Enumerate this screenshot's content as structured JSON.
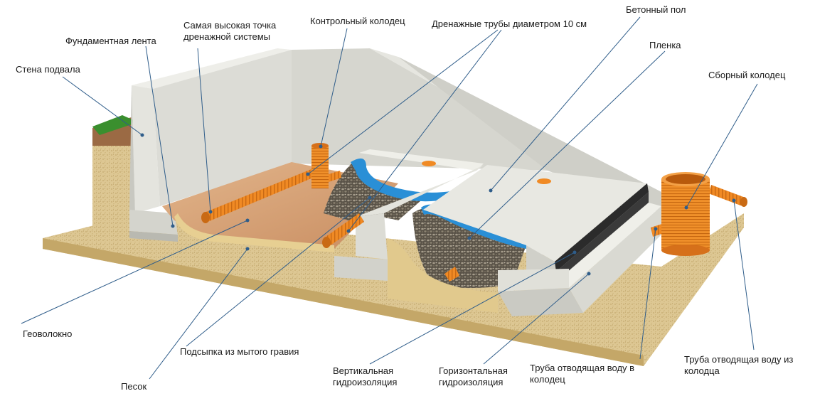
{
  "labels": {
    "basement_wall": "Стена подвала",
    "foundation_strip": "Фундаментная лента",
    "highest_point_1": "Самая высокая точка",
    "highest_point_2": "дренажной системы",
    "inspection_well": "Контрольный колодец",
    "drain_pipes": "Дренажные трубы диаметром 10 см",
    "concrete_floor": "Бетонный пол",
    "film": "Пленка",
    "collection_well": "Сборный колодец",
    "geotextile": "Геоволокно",
    "washed_gravel": "Подсыпка из мытого гравия",
    "sand": "Песок",
    "vertical_waterproofing_1": "Вертикальная",
    "vertical_waterproofing_2": "гидроизоляция",
    "horizontal_waterproofing_1": "Горизонтальная",
    "horizontal_waterproofing_2": "гидроизоляция",
    "pipe_to_well_1": "Труба отводящая воду в",
    "pipe_to_well_2": "колодец",
    "pipe_from_well_1": "Труба отводящая воду из",
    "pipe_from_well_2": "колодца"
  },
  "colors": {
    "wall": "#dcdcd6",
    "wall_dark": "#c2c2bb",
    "ground": "#dcc48f",
    "geotextile": "#d9a77a",
    "pipe": "#f08a24",
    "film": "#2a8fd6",
    "gravel": "#6e6658",
    "waterproofing": "#2b2b2b",
    "leader_line": "#2f5d8a",
    "grass": "#3a8f2e"
  }
}
